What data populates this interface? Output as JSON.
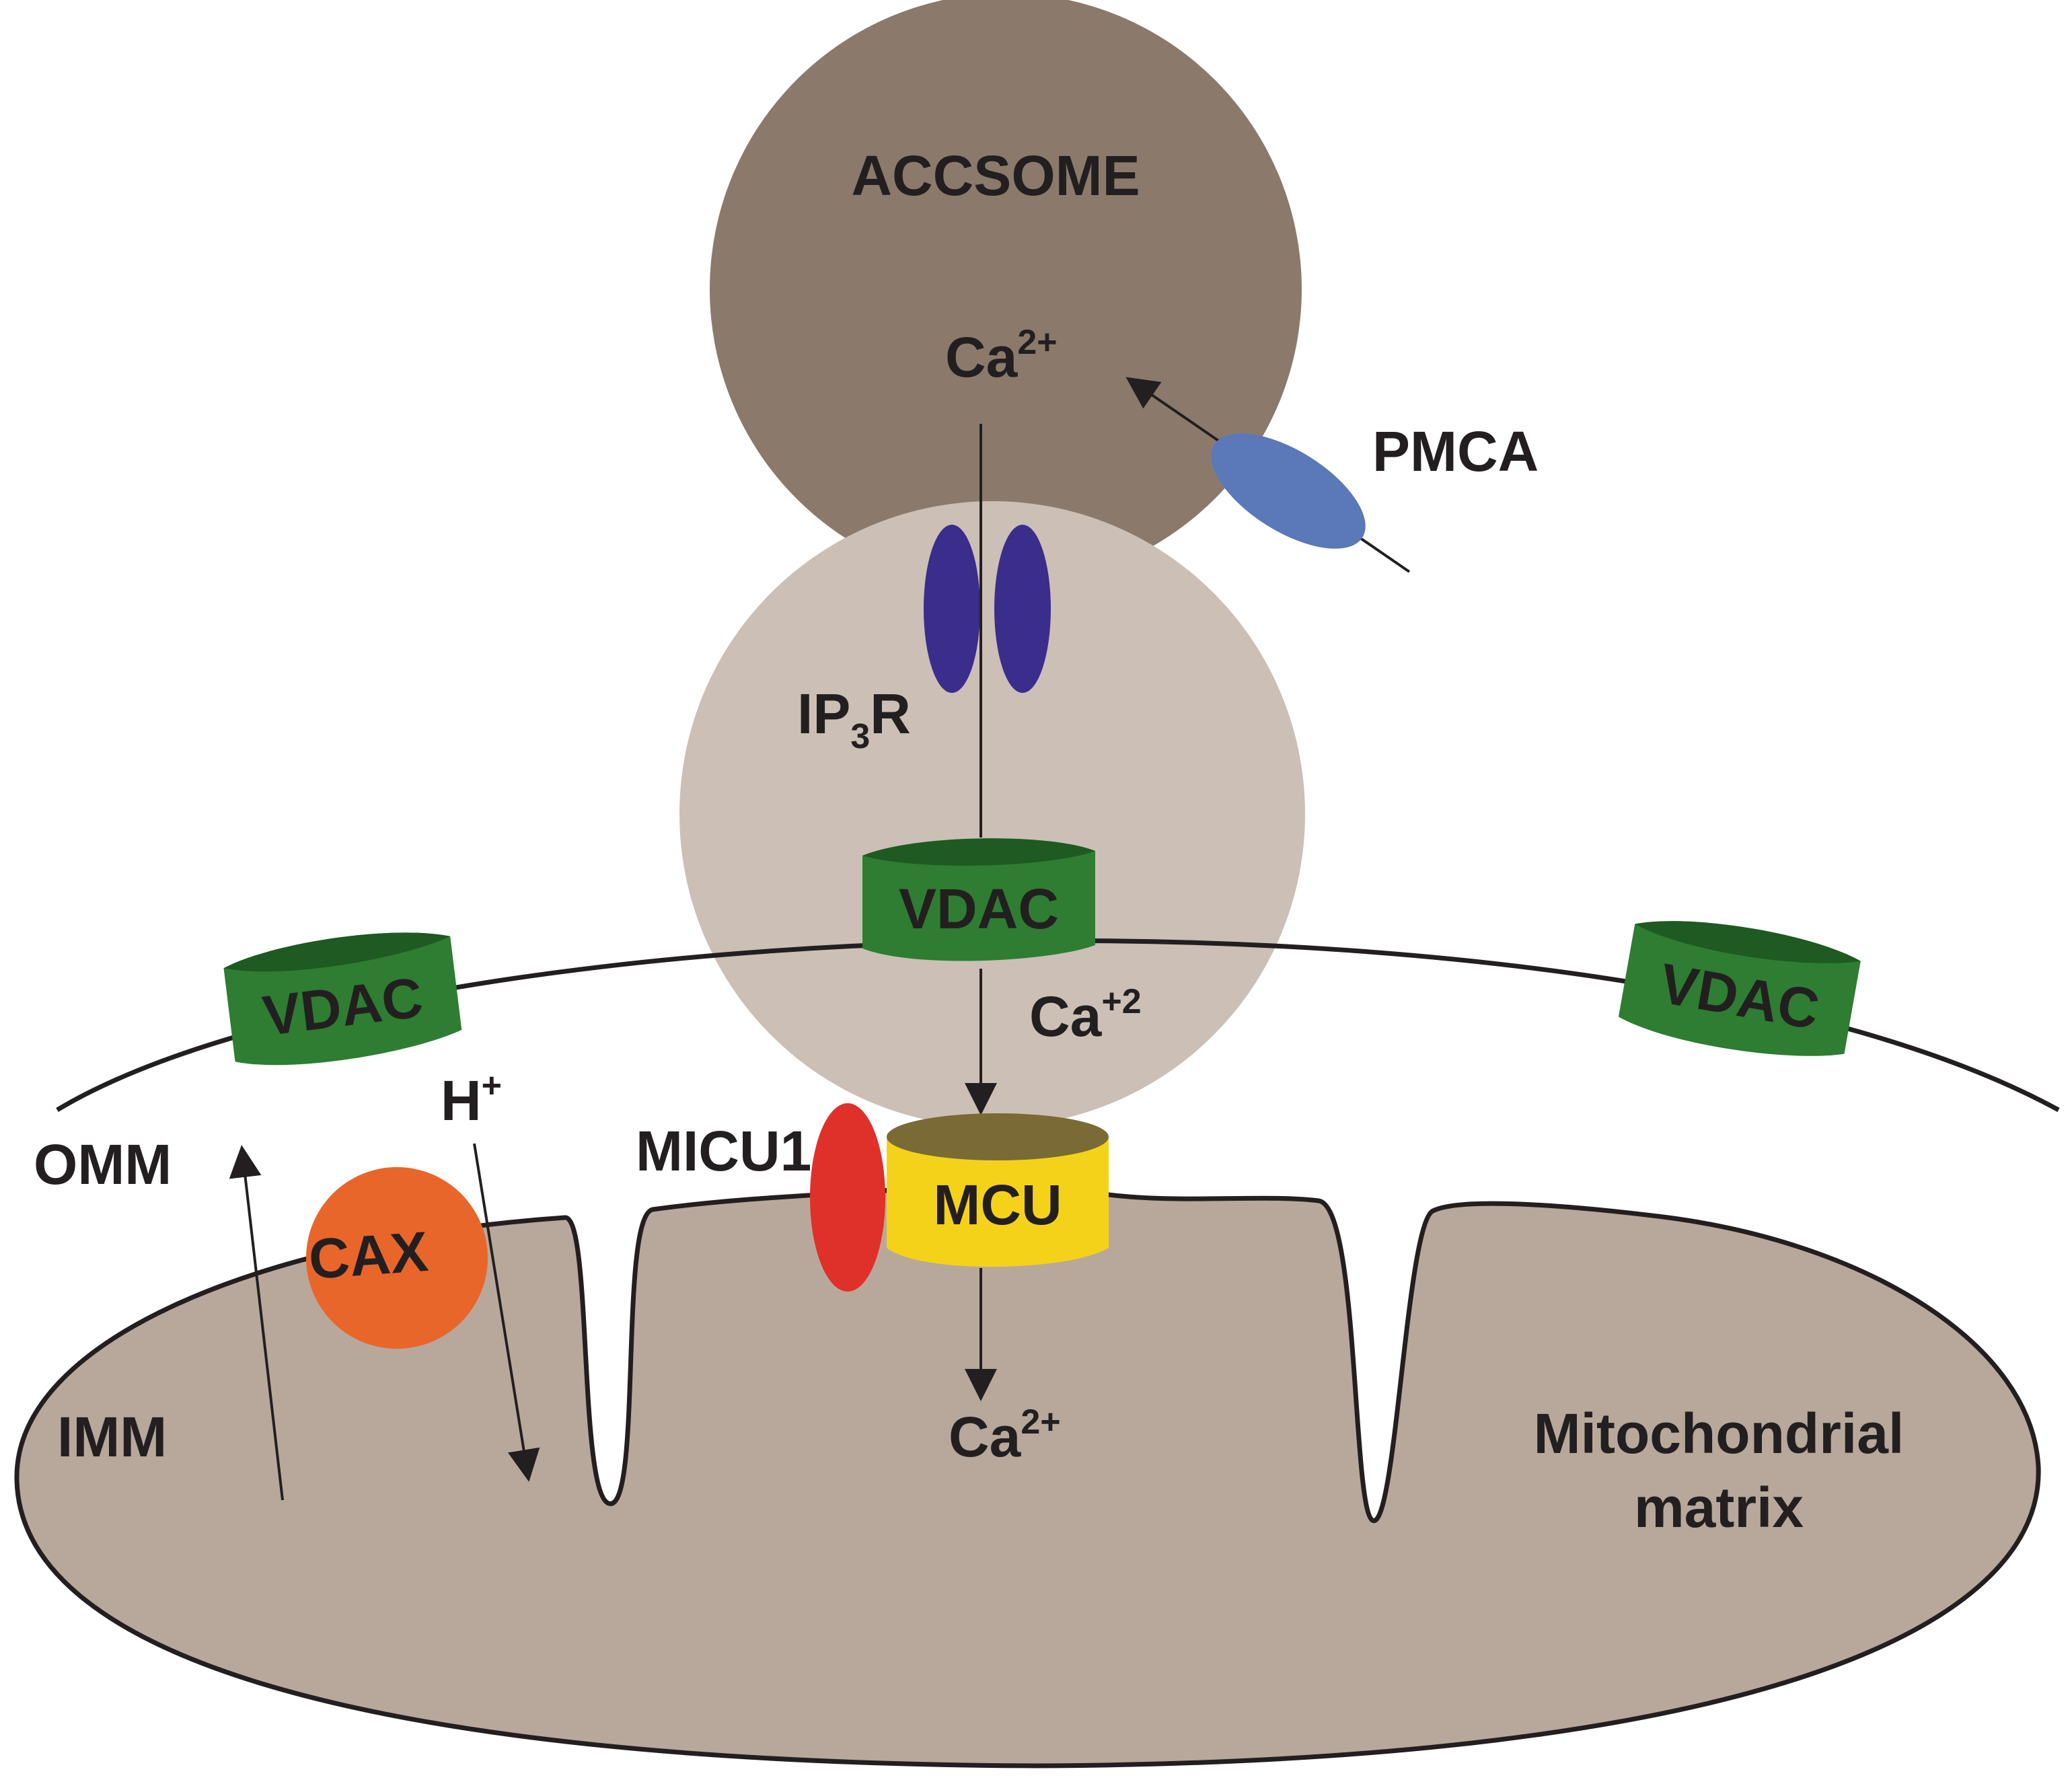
{
  "labels": {
    "accsome": "ACCSOME",
    "ca_top_base": "Ca",
    "ca_top_sup": "2+",
    "pmca": "PMCA",
    "ip3r_a": "IP",
    "ip3r_sub": "3",
    "ip3r_b": "R",
    "vdac_left": "VDAC",
    "vdac_center": "VDAC",
    "vdac_right": "VDAC",
    "ca_mid_base": "Ca",
    "ca_mid_sup": "+2",
    "h_base": "H",
    "h_sup": "+",
    "micu1": "MICU1",
    "mcu": "MCU",
    "omm": "OMM",
    "cax": "CAX",
    "imm": "IMM",
    "ca_bottom_base": "Ca",
    "ca_bottom_sup": "2+",
    "matrix_line1": "Mitochondrial",
    "matrix_line2": "matrix"
  },
  "colors": {
    "accsome": "#8b7a6c",
    "er_sphere": "#ccbfb6",
    "matrix": "#b8a89c",
    "ip3r": "#3a2d8c",
    "pmca": "#5b79b8",
    "vdac": "#2e7d32",
    "vdac_top": "#1e5a22",
    "cax": "#e8662a",
    "micu1": "#e0302a",
    "mcu": "#f5d21a",
    "mcu_top": "#7a6a35",
    "line": "#231f20"
  }
}
